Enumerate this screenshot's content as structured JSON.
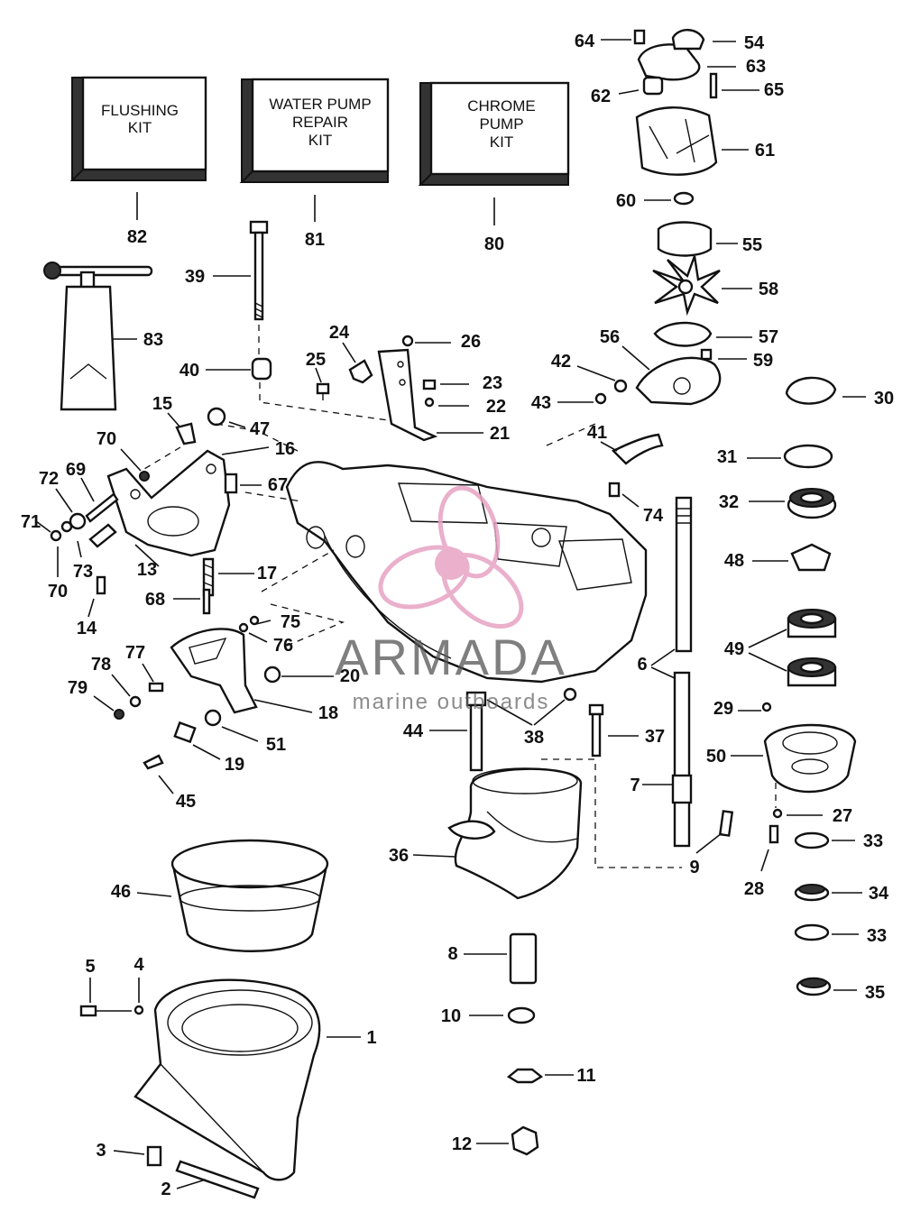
{
  "kits": [
    {
      "id": "flushing",
      "lines": [
        "FLUSHING",
        "KIT"
      ],
      "number": "82"
    },
    {
      "id": "water-pump",
      "lines": [
        "WATER PUMP",
        "REPAIR",
        "KIT"
      ],
      "number": "81"
    },
    {
      "id": "chrome-pump",
      "lines": [
        "CHROME",
        "PUMP",
        "KIT"
      ],
      "number": "80"
    }
  ],
  "callouts": [
    "1",
    "2",
    "3",
    "4",
    "5",
    "6",
    "7",
    "8",
    "9",
    "10",
    "11",
    "12",
    "13",
    "14",
    "15",
    "16",
    "17",
    "18",
    "19",
    "20",
    "21",
    "22",
    "23",
    "24",
    "25",
    "26",
    "27",
    "28",
    "29",
    "30",
    "31",
    "32",
    "33",
    "33",
    "34",
    "35",
    "36",
    "37",
    "38",
    "39",
    "40",
    "41",
    "42",
    "43",
    "44",
    "45",
    "46",
    "47",
    "48",
    "49",
    "50",
    "51",
    "54",
    "55",
    "56",
    "57",
    "58",
    "59",
    "60",
    "61",
    "62",
    "63",
    "64",
    "65",
    "67",
    "68",
    "69",
    "70",
    "70",
    "71",
    "72",
    "73",
    "74",
    "75",
    "76",
    "77",
    "78",
    "79",
    "83"
  ],
  "watermark": {
    "brand": "ARMADA",
    "tagline": "marine outboards",
    "logo_color": "#e7a3c4"
  }
}
